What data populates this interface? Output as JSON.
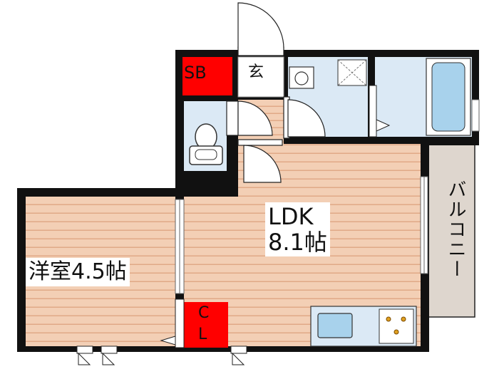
{
  "rooms": {
    "ldk": {
      "name": "LDK",
      "size": "8.1帖"
    },
    "western": {
      "label": "洋室4.5帖"
    },
    "balcony": {
      "label": "バルコニー"
    },
    "shoe_box": {
      "label": "SB"
    },
    "entrance": {
      "label": "玄"
    },
    "closet": {
      "line1": "C",
      "line2": "L"
    }
  },
  "colors": {
    "wall": "#111111",
    "floor_wood": "#f3cfb5",
    "floor_stripe": "#e0a987",
    "wet_area": "#dbe9f5",
    "fixture_blue": "#a8d2ec",
    "storage_red": "#ff0000",
    "balcony": "#ded6ce",
    "tile": "#ffffff"
  }
}
